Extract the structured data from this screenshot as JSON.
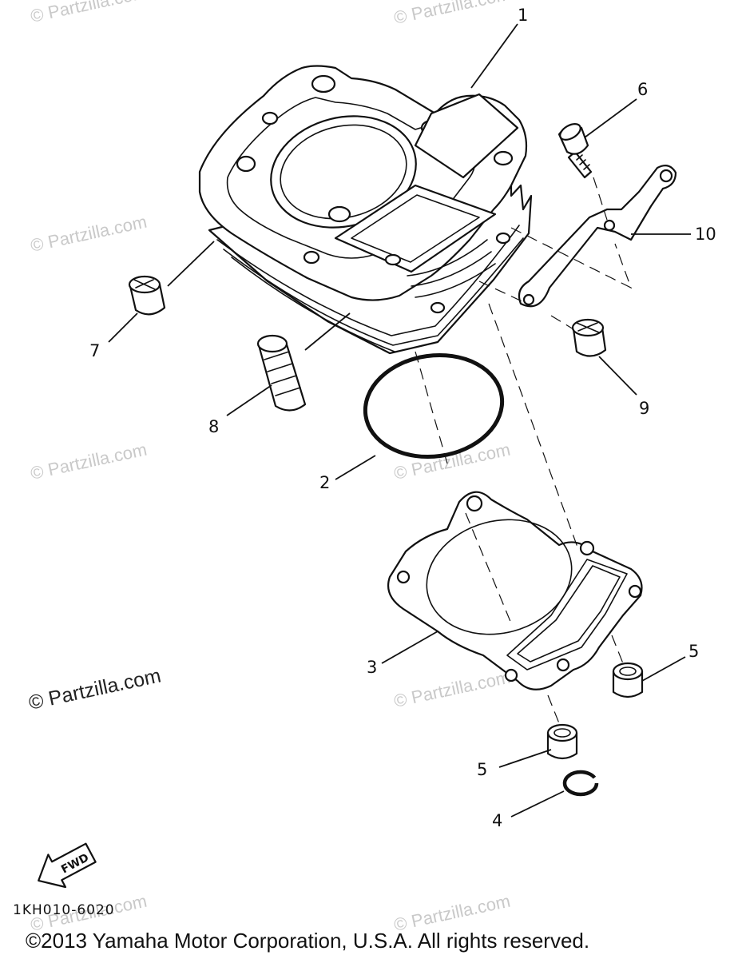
{
  "watermark": "© Partzilla.com",
  "callouts": {
    "c1": "1",
    "c2": "2",
    "c3": "3",
    "c4": "4",
    "c5a": "5",
    "c5b": "5",
    "c6": "6",
    "c7": "7",
    "c8": "8",
    "c9": "9",
    "c10": "10"
  },
  "fwd_label": "FWD",
  "diagram_code": "1KH010-6020",
  "copyright": "©2013  Yamaha Motor Corporation, U.S.A. All rights reserved."
}
